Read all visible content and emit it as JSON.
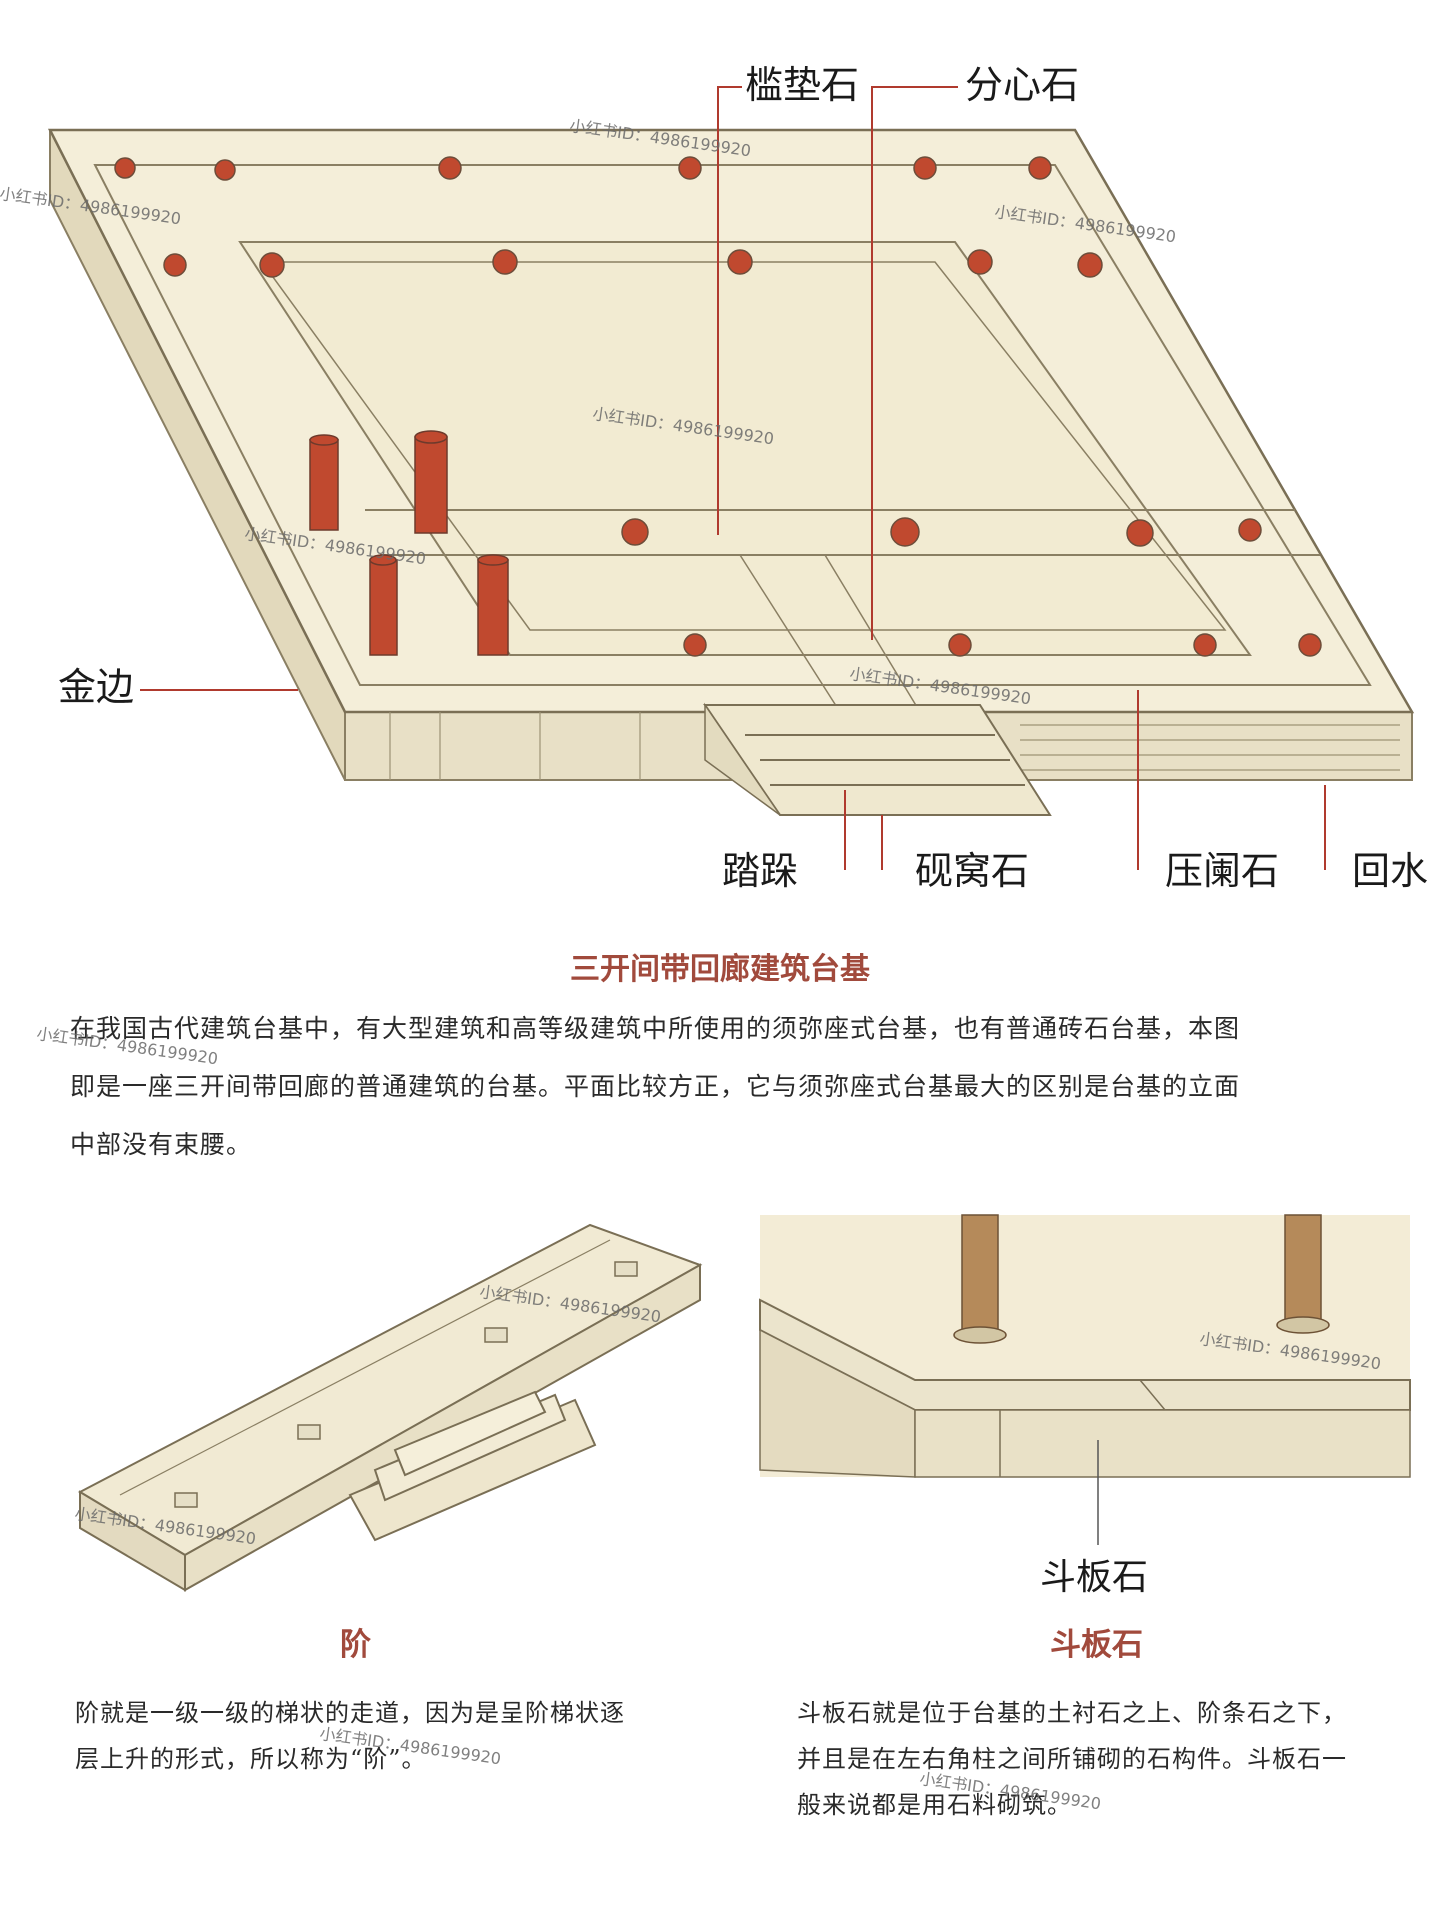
{
  "top_diagram": {
    "labels": {
      "jianzhi_shi": "槛垫石",
      "fenxin_shi": "分心石",
      "jin_bian": "金边",
      "ta_duo": "踏跺",
      "yan_wo_shi": "砚窝石",
      "ya_lan_shi": "压阑石",
      "hui_shui": "回水"
    }
  },
  "main_section": {
    "title": "三开间带回廊建筑台基",
    "paragraph_lines": [
      "在我国古代建筑台基中，有大型建筑和高等级建筑中所使用的须弥座式台基，也有普通砖石台基，本图",
      "即是一座三开间带回廊的普通建筑的台基。平面比较方正，它与须弥座式台基最大的区别是台基的立面",
      "中部没有束腰。"
    ]
  },
  "bottom_left": {
    "title": "阶",
    "paragraph_lines": [
      "阶就是一级一级的梯状的走道，因为是呈阶梯状逐",
      "层上升的形式，所以称为“阶”。"
    ]
  },
  "bottom_right": {
    "diagram_label": "斗板石",
    "title": "斗板石",
    "paragraph_lines": [
      "斗板石就是位于台基的土衬石之上、阶条石之下，",
      "并且是在左右角柱之间所铺砌的石构件。斗板石一",
      "般来说都是用石料砌筑。"
    ]
  },
  "watermark_text": "小红书ID：4986199920",
  "colors": {
    "title_red": "#a14a3c",
    "stone": "#f1ead3",
    "stone_dark": "#ddd3b4",
    "column_red": "#c0492f",
    "outline": "#7a6f55",
    "leader_red": "#b03a2e"
  }
}
